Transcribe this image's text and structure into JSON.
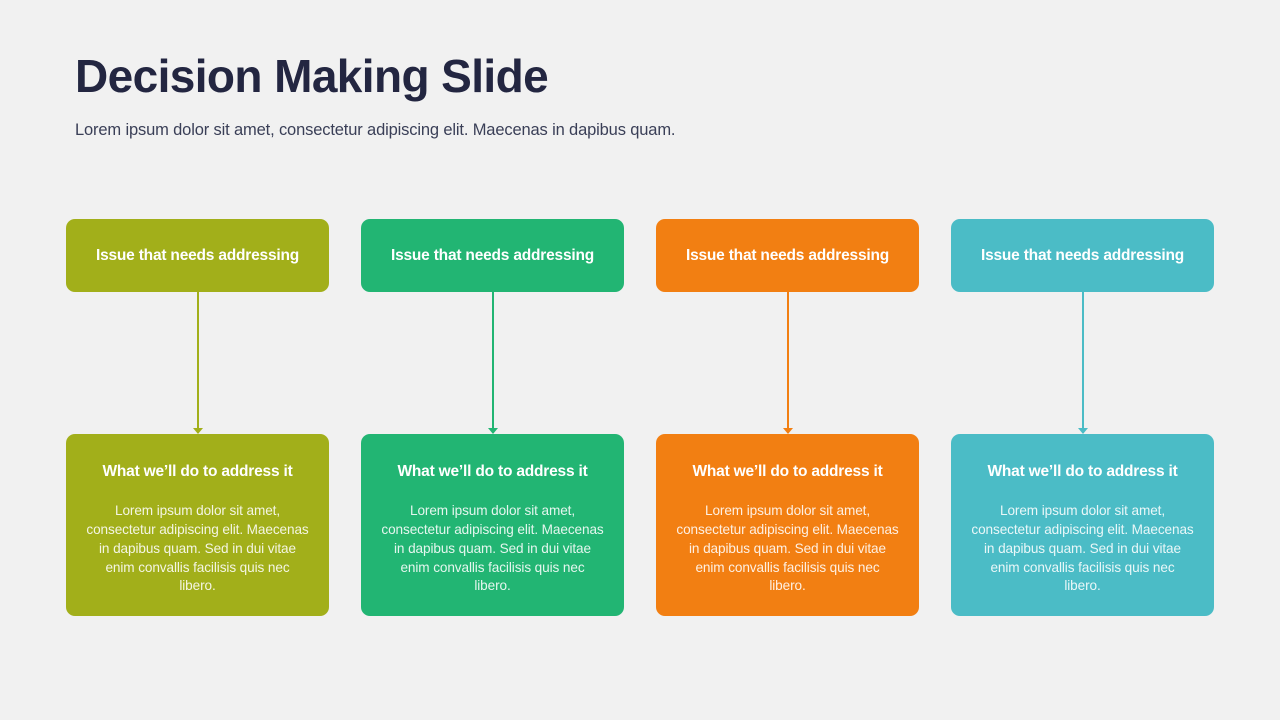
{
  "page": {
    "background_color": "#f1f1f1",
    "title": "Decision Making Slide",
    "subtitle": "Lorem ipsum dolor sit amet, consectetur adipiscing elit. Maecenas in dapibus quam.",
    "title_color": "#232641",
    "subtitle_color": "#3a3f57"
  },
  "columns": [
    {
      "id": "column-1",
      "color": "#a2af1a",
      "issue_label": "Issue that needs addressing",
      "action_title": "What we’ll do to address it",
      "action_body": "Lorem ipsum dolor sit amet, consectetur adipiscing elit. Maecenas in dapibus quam. Sed in dui vitae enim convallis facilisis quis nec libero."
    },
    {
      "id": "column-2",
      "color": "#22b573",
      "issue_label": "Issue that needs addressing",
      "action_title": "What we’ll do to address it",
      "action_body": "Lorem ipsum dolor sit amet, consectetur adipiscing elit. Maecenas in dapibus quam. Sed in dui vitae enim convallis facilisis quis nec libero."
    },
    {
      "id": "column-3",
      "color": "#f27f12",
      "issue_label": "Issue that needs addressing",
      "action_title": "What we’ll do to address it",
      "action_body": "Lorem ipsum dolor sit amet, consectetur adipiscing elit. Maecenas in dapibus quam. Sed in dui vitae enim convallis facilisis quis nec libero."
    },
    {
      "id": "column-4",
      "color": "#4bbcc6",
      "issue_label": "Issue that needs addressing",
      "action_title": "What we’ll do to address it",
      "action_body": "Lorem ipsum dolor sit amet, consectetur adipiscing elit. Maecenas in dapibus quam. Sed in dui vitae enim convallis facilisis quis nec libero."
    }
  ]
}
